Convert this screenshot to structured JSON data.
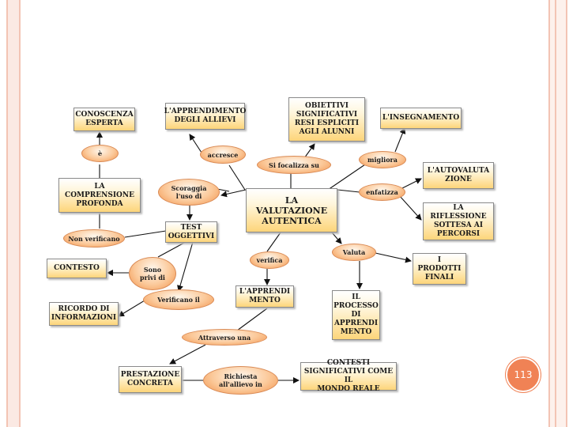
{
  "slide_number": "113",
  "nodes": {
    "conoscenza": "CONOSCENZA\nESPERTA",
    "apprendimento_allievi": "L'APPRENDIMENTO\nDEGLI ALLIEVI",
    "obiettivi": "OBIETTIVI\nSIGNIFICATIVI\nRESI ESPLICITI\nAGLI ALUNNI",
    "insegnamento": "L'INSEGNAMENTO",
    "comprensione": "LA\nCOMPRENSIONE\nPROFONDA",
    "valutazione": "LA\nVALUTAZIONE\nAUTENTICA",
    "autovalutazione": "L'AUTOVALUTA\nZIONE",
    "riflessione": "LA RIFLESSIONE\nSOTTESA AI\nPERCORSI",
    "test": "TEST\nOGGETTIVI",
    "contesto": "CONTESTO",
    "prodotti": "I PRODOTTI\nFINALI",
    "apprendimento": "L'APPRENDI\nMENTO",
    "processo": "IL\nPROCESSO\nDI\nAPPRENDI\nMENTO",
    "ricordo": "RICORDO DI\nINFORMAZIONI",
    "prestazione": "PRESTAZIONE\nCONCRETA",
    "contesti": "CONTESTI\nSIGNIFICATIVI COME IL\nMONDO REALE"
  },
  "links": {
    "e": "è",
    "accresce": "accresce",
    "focalizza": "Si focalizza su",
    "migliora": "migliora",
    "scoraggia": "Scoraggia\nl'uso di",
    "enfatizza": "enfatizza",
    "non_verificano": "Non verificano",
    "sono_privi": "Sono\nprivi di",
    "verifica": "verifica",
    "valuta": "Valuta",
    "verificano_il": "Verificano il",
    "attraverso": "Attraverso una",
    "richiesta": "Richiesta\nall'allievo in"
  }
}
